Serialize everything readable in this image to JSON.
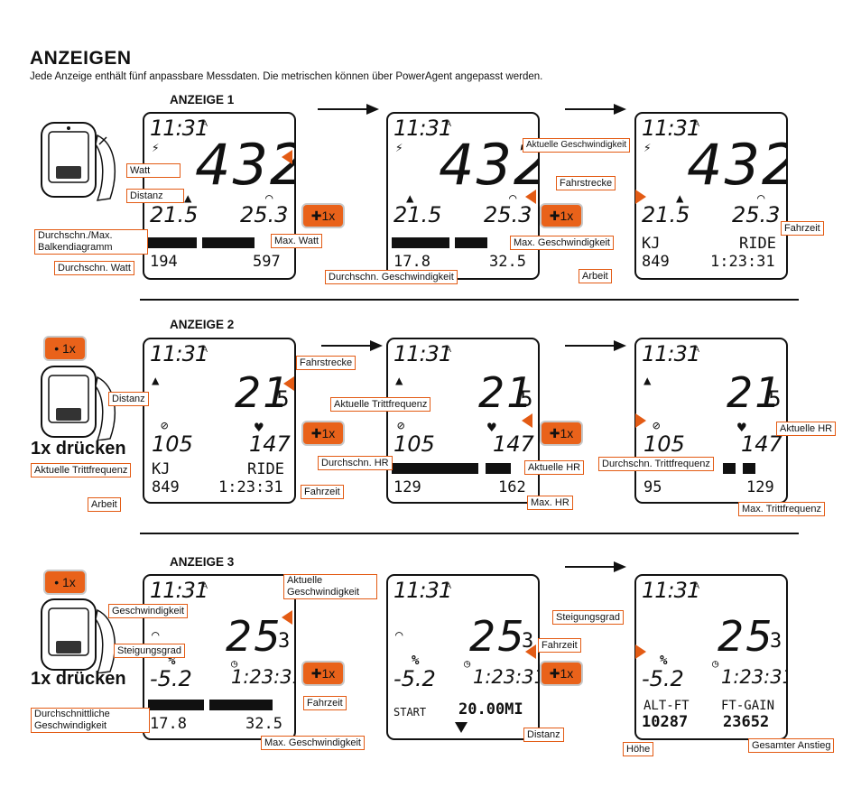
{
  "title": "ANZEIGEN",
  "subtitle": "Jede Anzeige enthält fünf anpassbare Messdaten.  Die metrischen können über PowerAgent angepasst werden.",
  "press_once": "1x drücken",
  "button_plus": "1x",
  "button_dot": "1x",
  "accent_color": "#e9621a",
  "screens": {
    "time": "11:31",
    "time_suffix": "A",
    "s1": {
      "title": "ANZEIGE 1",
      "big": "432",
      "left": "21.5",
      "right": "25.3",
      "bottom_left": "194",
      "bottom_right": "597",
      "mid_left": "17.8",
      "mid_right": "32.5",
      "kj": "KJ",
      "ride": "RIDE",
      "work": "849",
      "ride_time": "1:23:31"
    },
    "s2": {
      "title": "ANZEIGE 2",
      "big": "21",
      "big_small": "5",
      "cad": "105",
      "hr": "147",
      "kj": "KJ",
      "ride": "RIDE",
      "work": "849",
      "ride_time": "1:23:31",
      "avg_hr": "129",
      "max_hr": "162",
      "avg_cad": "95",
      "max_cad": "129"
    },
    "s3": {
      "title": "ANZEIGE 3",
      "big": "25",
      "big_small": "3",
      "grade_pct": "%",
      "grade": "-5.2",
      "ride_time": "1:23:31",
      "avg_speed": "17.8",
      "max_speed": "32.5",
      "start": "START",
      "distance": "20.00MI",
      "alt_label": "ALT-FT",
      "alt": "10287",
      "gain_label": "FT-GAIN",
      "gain": "23652"
    }
  },
  "labels": {
    "watt": "Watt",
    "distanz": "Distanz",
    "durchschn_max_balken": "Durchschn./Max. Balkendiagramm",
    "durchschn_watt": "Durchschn. Watt",
    "max_watt": "Max. Watt",
    "aktuelle_geschwindigkeit": "Aktuelle Geschwindigkeit",
    "max_geschwindigkeit": "Max. Geschwindigkeit",
    "durchschn_geschwindigkeit": "Durchschn. Geschwindigkeit",
    "fahrstrecke": "Fahrstrecke",
    "fahrzeit": "Fahrzeit",
    "arbeit": "Arbeit",
    "aktuelle_trittfrequenz": "Aktuelle Trittfrequenz",
    "durchschn_hr": "Durchschn. HR",
    "aktuelle_hr": "Aktuelle HR",
    "max_hr": "Max. HR",
    "durchschn_trittfrequenz": "Durchschn. Trittfrequenz",
    "max_trittfrequenz": "Max. Trittfrequenz",
    "geschwindigkeit": "Geschwindigkeit",
    "steigungsgrad": "Steigungsgrad",
    "durchschnittliche_geschwindigkeit": "Durchschnittliche Geschwindigkeit",
    "aktuelle_geschwindigkeit_2": "Aktuelle Geschwindigkeit",
    "hoehe": "Höhe",
    "gesamter_anstieg": "Gesamter Anstieg"
  }
}
